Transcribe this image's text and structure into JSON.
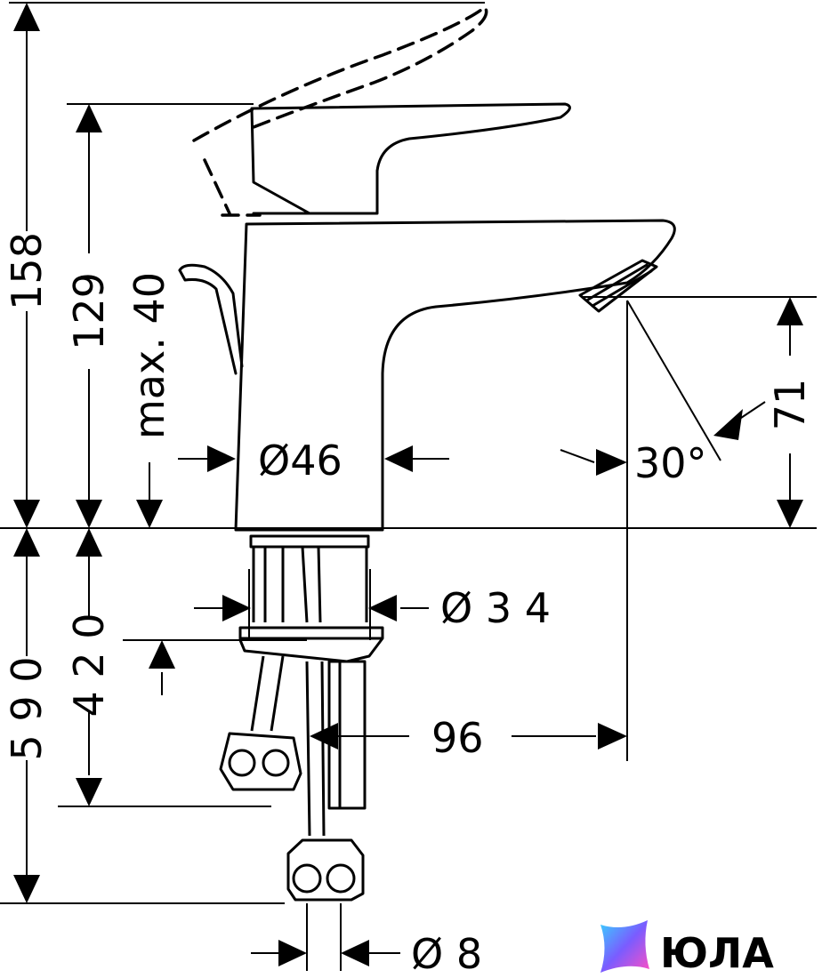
{
  "dimensions": {
    "height_total_top": "158",
    "height_spout_top": "129",
    "max_clearance": "max. 40",
    "body_diameter": "Ø46",
    "outlet_height": "71",
    "outlet_angle": "30°",
    "shank_diameter": "Ø 3 4",
    "hose_length_total": "5 9 0",
    "hose_length_short": "4 2 0",
    "projection": "96",
    "connector_diameter": "Ø 8"
  },
  "logo": {
    "text": "ЮЛА",
    "mark": "star-logo-icon"
  },
  "colors": {
    "line": "#000000",
    "background": "#ffffff"
  }
}
